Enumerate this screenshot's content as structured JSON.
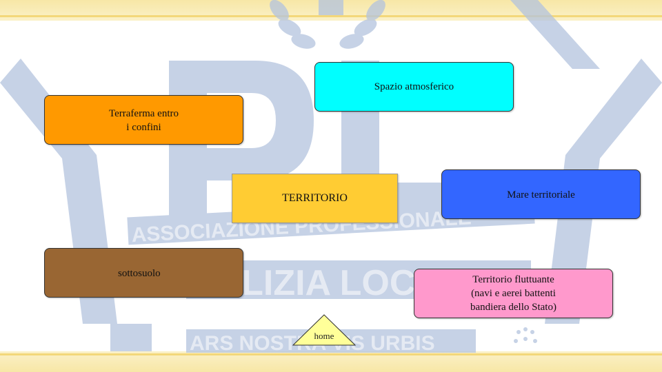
{
  "diagram": {
    "nodes": [
      {
        "id": "spazio",
        "label": "Spazio atmosferico",
        "color": "#00ffff"
      },
      {
        "id": "terraferma",
        "label": "Terraferma entro\ni confini",
        "color": "#ff9900"
      },
      {
        "id": "territorio",
        "label": "TERRITORIO",
        "color": "#ffcc33"
      },
      {
        "id": "mare",
        "label": "Mare territoriale",
        "color": "#3366ff"
      },
      {
        "id": "sottosuolo",
        "label": "sottosuolo",
        "color": "#996633"
      },
      {
        "id": "fluttuante",
        "label": "Territorio fluttuante\n(navi e aerei battenti\nbandiera dello Stato)",
        "color": "#ff99cc"
      }
    ]
  },
  "nav": {
    "home_label": "home"
  },
  "watermark": {
    "line1": "ASSOCIAZIONE PROFESSIONALE",
    "line2": "POLIZIA LOCALE",
    "motto": "ARS NOSTRA VIS URBIS",
    "initials": "PL"
  }
}
